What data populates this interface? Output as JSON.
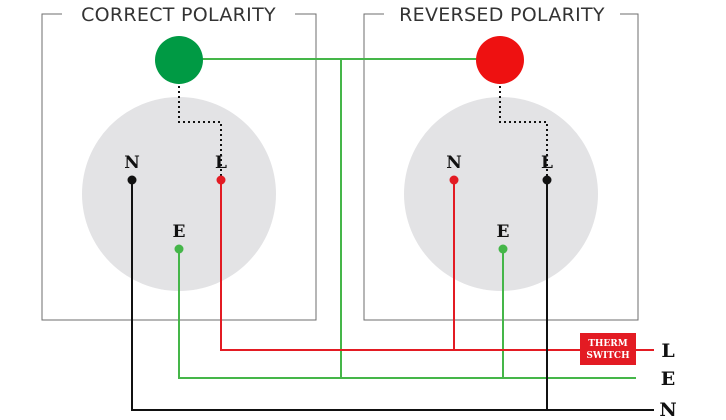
{
  "panels": {
    "left_title": "CORRECT POLARITY",
    "right_title": "REVERSED POLARITY"
  },
  "terminals": {
    "n": "N",
    "l": "L",
    "e": "E"
  },
  "supply": {
    "live": "L",
    "earth": "E",
    "neutral": "N"
  },
  "therm_switch": {
    "line1": "THERM",
    "line2": "SWITCH"
  },
  "colors": {
    "live": "#e31b23",
    "earth": "#45b649",
    "neutral": "#111111",
    "indicator_ok": "#009a44",
    "indicator_fault": "#ee1111",
    "socket": "#e3e3e5",
    "frame": "#6d6d6d"
  }
}
